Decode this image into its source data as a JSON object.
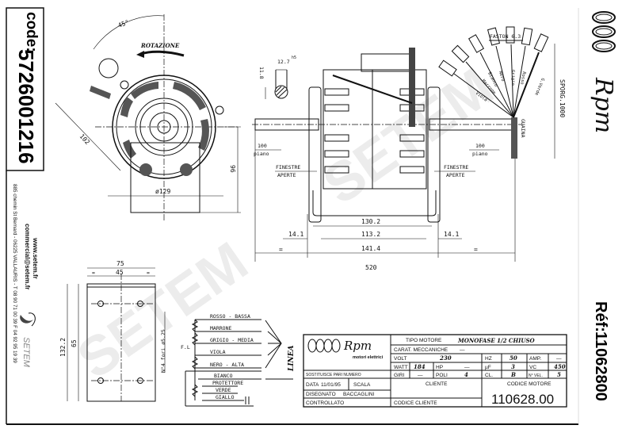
{
  "left_strip": {
    "code_label": "code:",
    "code_value": "5726001216",
    "website": "www.setem.fr",
    "email": "commercial@setem.fr",
    "address": "885 chemin St Bernard  -  06225 VALLAURIS  -  T 08 90 71 00 39   F 04 92 95 19 39",
    "logo_text": "SETEM"
  },
  "right_strip": {
    "brand": "Rpm",
    "ref_label": "Réf:",
    "ref_value": "11062800"
  },
  "watermark": "SETEM",
  "front_view": {
    "angle": "45°",
    "rotation_label": "ROTAZIONE",
    "dim_diag": "102",
    "dim_diameter": "ø129",
    "dim_height": "96"
  },
  "shaft_section": {
    "dim_width": "12.7",
    "tolerance": "h5",
    "dim_flat": "11.8"
  },
  "side_view": {
    "shaft_flat_left": "100",
    "shaft_flat_left_sub": "piano",
    "shaft_flat_right": "100",
    "shaft_flat_right_sub": "piano",
    "windows_left": [
      "FINESTRE",
      "APERTE"
    ],
    "windows_right": [
      "FINESTRE",
      "APERTE"
    ],
    "dim_130": "130.2",
    "dim_113": "113.2",
    "dim_141": "141.4",
    "dim_left_14": "14.1",
    "dim_right_14": "14.1",
    "dim_eq_left": "=",
    "dim_eq_right": "=",
    "dim_total": "520"
  },
  "wires": {
    "faston": "FASTON 6.3",
    "colors": [
      "Viola",
      "Marrone",
      "Bianco",
      "Nero",
      "Grigio",
      "Rosso",
      "G.Verde"
    ],
    "length": "SPORG.1000",
    "sheath": "GUAINA"
  },
  "bracket": {
    "dim_width": "75",
    "dim_holes": "45",
    "dim_eq": "=",
    "dim_height": "132.2",
    "dim_holes_v": "65",
    "holes_note": "N°4 fori ø5.25"
  },
  "wiring": {
    "lines": [
      "ROSSO - BASSA",
      "MARRONE",
      "GRIGIO - MEDIA",
      "VIOLA",
      "NERO - ALTA",
      "BIANCO",
      "PROTETTORE",
      "VERDE",
      "GIALLO"
    ],
    "fl": "F.L",
    "linea": "LINEA"
  },
  "title_block": {
    "brand": "Rpm",
    "brand_sub": "motori elettrici",
    "tipo_label": "TIPO MOTORE",
    "tipo_value": "MONOFASE 1/2 CHIUSO",
    "carat_label": "CARAT. MECCANICHE",
    "carat_value": "—",
    "volt_label": "VOLT",
    "volt_value": "230",
    "hz_label": "HZ",
    "hz_value": "50",
    "amp_label": "AMP.",
    "amp_value": "—",
    "watt_label": "WATT",
    "watt_value": "184",
    "hp_label": "HP",
    "hp_value": "—",
    "uf_label": "µF",
    "uf_value": "3",
    "vc_label": "VC",
    "vc_value": "450",
    "giri_label": "GIRI",
    "giri_value": "—",
    "poli_label": "POLI",
    "poli_value": "4",
    "cl_label": "CL.",
    "cl_value": "B",
    "vel_label": "N° VEL.",
    "vel_value": "5",
    "sostituisce": "SOSTITUISCE PARI NUMERO",
    "data_label": "DATA",
    "data_value": "11/01/95",
    "scala": "SCALA",
    "disegnato_label": "DISEGNATO",
    "disegnato_value": "BACCAGLINI",
    "controllato": "CONTROLLATO",
    "cliente": "CLIENTE",
    "codice_cliente": "CODICE CLIENTE",
    "codice_motore_label": "CODICE MOTORE",
    "codice_motore_value": "110628.00"
  }
}
